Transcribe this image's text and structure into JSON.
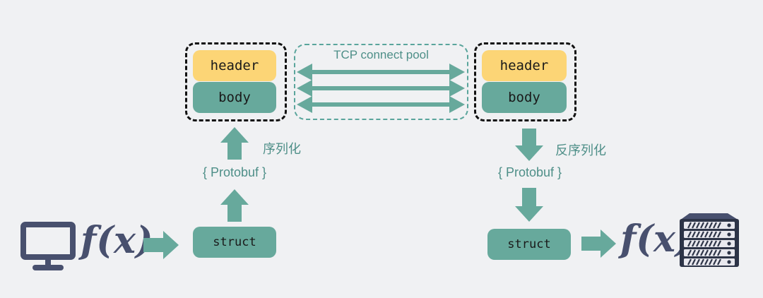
{
  "left": {
    "packet": {
      "header": "header",
      "body": "body"
    },
    "serialize_label": "序列化",
    "protobuf_label": "{ Protobuf }",
    "struct_label": "struct",
    "func_label": "f(x)"
  },
  "pool": {
    "label": "TCP connect pool"
  },
  "right": {
    "packet": {
      "header": "header",
      "body": "body"
    },
    "deserialize_label": "反序列化",
    "protobuf_label": "{ Protobuf }",
    "struct_label": "struct",
    "func_label": "f(x)"
  },
  "colors": {
    "teal": "#67a99c",
    "yellow": "#fcd576",
    "text_teal": "#4e8f88",
    "icon_navy": "#48506e",
    "background": "#f0f1f3"
  }
}
